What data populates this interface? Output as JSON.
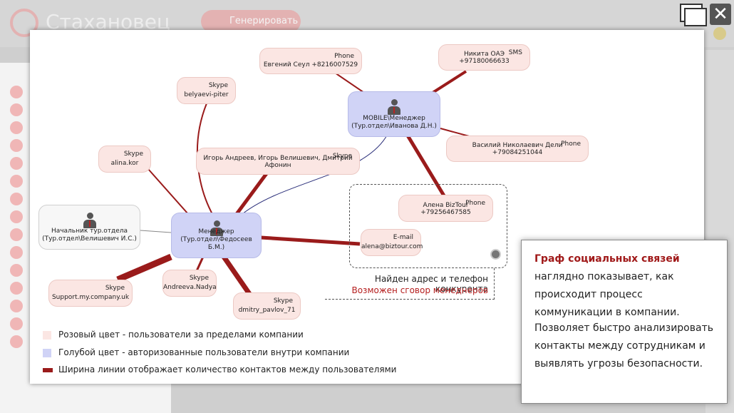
{
  "background_app": {
    "title": "Стахановец",
    "generate_button": "Генерировать"
  },
  "window_controls": {
    "close_label": "✕"
  },
  "colors": {
    "accent": "#9a1b1b",
    "pink_node": "#fbe6e3",
    "blue_node": "#d0d3f6",
    "edge": "#9a1b1b",
    "thin_edge": "#2b2f7a"
  },
  "graph": {
    "nodes": {
      "n_seul": {
        "type": "Phone",
        "value": "Евгений Сеул +8216007529"
      },
      "n_nikita": {
        "type": "SMS",
        "value": "Никита ОАЭ +97180066633"
      },
      "n_mobile": {
        "label": "MOBILE\\Менеджер\n(Тур.отдел\\Иванова Д.Н.)"
      },
      "n_deli": {
        "type": "Phone",
        "value": "Василий Николаевич Дели +79084251044"
      },
      "n_belyaevi": {
        "type": "Skype",
        "value": "belyaevi-piter"
      },
      "n_alina": {
        "type": "Skype",
        "value": "alina.kor"
      },
      "n_group": {
        "type": "Skype",
        "value": "Игорь Андреев, Игорь Велишевич, Дмитрий Афонин"
      },
      "n_alena_phone": {
        "type": "Phone",
        "value": "Алена BizTour +79256467585"
      },
      "n_chief": {
        "label": "Начальник тур.отдела\n(Тур.отдел\\Велишевич И.С.)"
      },
      "n_manager": {
        "label": "Менеджер\n(Тур.отдел\\Федосеев Б.М.)"
      },
      "n_email": {
        "type": "E-mail",
        "value": "alena@biztour.com"
      },
      "n_support": {
        "type": "Skype",
        "value": "Support.my.company.uk"
      },
      "n_nadya": {
        "type": "Skype",
        "value": "Andreeva.Nadya"
      },
      "n_pavlov": {
        "type": "Skype",
        "value": "dmitry_pavlov_71"
      }
    },
    "finding": {
      "line1": "Найден адрес и телефон конкурента",
      "line2": "Возможен сговор менеднеров"
    }
  },
  "legend": [
    {
      "text": "Розовый цвет - пользователи за пределами компании",
      "color": "#fbe6e3"
    },
    {
      "text": "Голубой цвет - авторизованные пользователи внутри компании",
      "color": "#d0d3f6"
    },
    {
      "text": "Ширина линии отображает количество контактов между пользователями",
      "color": "#9a1b1b"
    }
  ],
  "info": {
    "highlight": "Граф социальных связей",
    "p1_rest": " наглядно показывает, как происходит процесс коммуникации в компании.",
    "p2": "Позволяет быстро анализировать контакты между сотрудникам и выявлять угрозы безопасности."
  }
}
